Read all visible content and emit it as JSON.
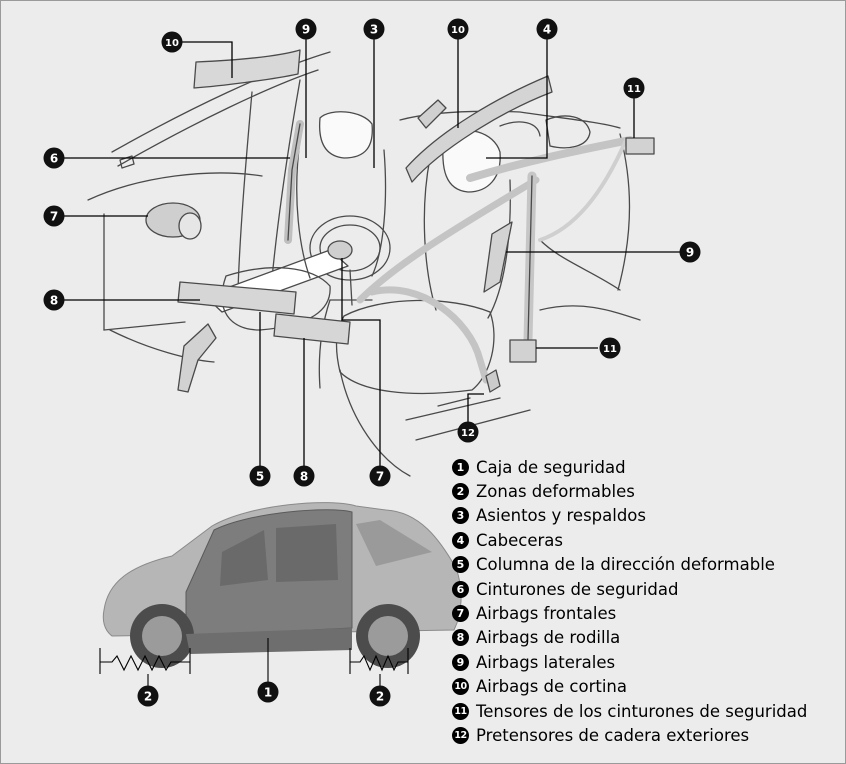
{
  "legend": [
    {
      "num": "1",
      "label": "Caja de seguridad"
    },
    {
      "num": "2",
      "label": "Zonas deformables"
    },
    {
      "num": "3",
      "label": "Asientos y respaldos"
    },
    {
      "num": "4",
      "label": "Cabeceras"
    },
    {
      "num": "5",
      "label": "Columna de la dirección deformable"
    },
    {
      "num": "6",
      "label": "Cinturones de seguridad"
    },
    {
      "num": "7",
      "label": "Airbags frontales"
    },
    {
      "num": "8",
      "label": "Airbags de rodilla"
    },
    {
      "num": "9",
      "label": "Airbags laterales"
    },
    {
      "num": "10",
      "label": "Airbags de cortina"
    },
    {
      "num": "11",
      "label": "Tensores de los cinturones de seguridad"
    },
    {
      "num": "12",
      "label": "Pretensores de cadera exteriores"
    }
  ],
  "interior_callouts": [
    "10",
    "9",
    "3",
    "10",
    "4",
    "11",
    "6",
    "7",
    "9",
    "8",
    "11",
    "5",
    "8",
    "7",
    "12"
  ],
  "car_callouts": [
    "2",
    "1",
    "2"
  ],
  "colors": {
    "background": "#ececec",
    "line_art": "#4a4a4a",
    "callout_fill": "#111111",
    "callout_text": "#ffffff",
    "car_body": "#8c8c8c",
    "cabin_highlight": "#7a7a7a"
  }
}
